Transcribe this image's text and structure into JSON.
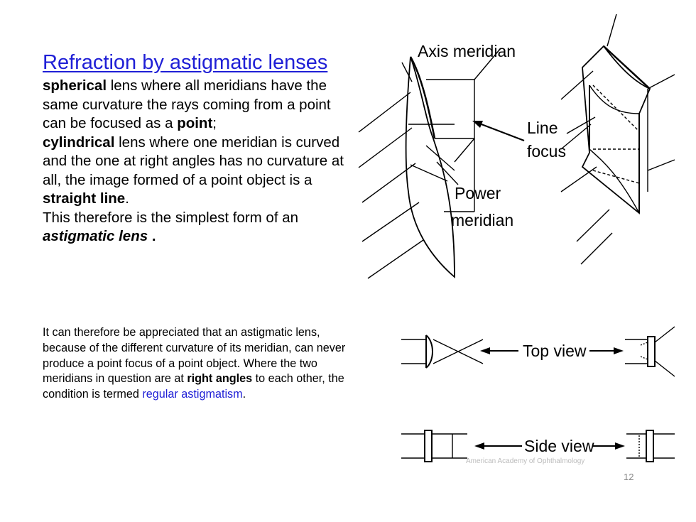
{
  "slide": {
    "title": "Refraction by astigmatic lenses",
    "para1": {
      "s1_bold": "spherical",
      "s1_text": " lens where all meridians have the same curvature the rays coming from a point can be focused as a ",
      "s1_bold2": "point",
      "s1_end": ";",
      "s2_bold": "cylindrical",
      "s2_text": " lens where one meridian is curved and the one at right angles has no curvature at all, the image formed of a point object is a ",
      "s2_bold2": "straight line",
      "s2_end": ".",
      "s3_text": "This therefore is the simplest form of an ",
      "s3_bolditalic": "astigmatic lens",
      "s3_end": " ."
    },
    "para2": {
      "text1": "It can therefore be appreciated that an astigmatic lens, because of the different curvature of its meridian, can never produce a point focus of a point object. Where the two meridians in question are at ",
      "bold": "right angles",
      "text2": " to each other, the condition is termed ",
      "link": "regular astigmatism",
      "end": "."
    },
    "page_number": "12"
  },
  "figure": {
    "label_axis": "Axis meridian",
    "label_line": "Line",
    "label_focus": "focus",
    "label_power": "Power",
    "label_meridian": "meridian",
    "top_view": "Top view",
    "side_view": "Side view",
    "watermark": "American Academy of Ophthalmology"
  }
}
